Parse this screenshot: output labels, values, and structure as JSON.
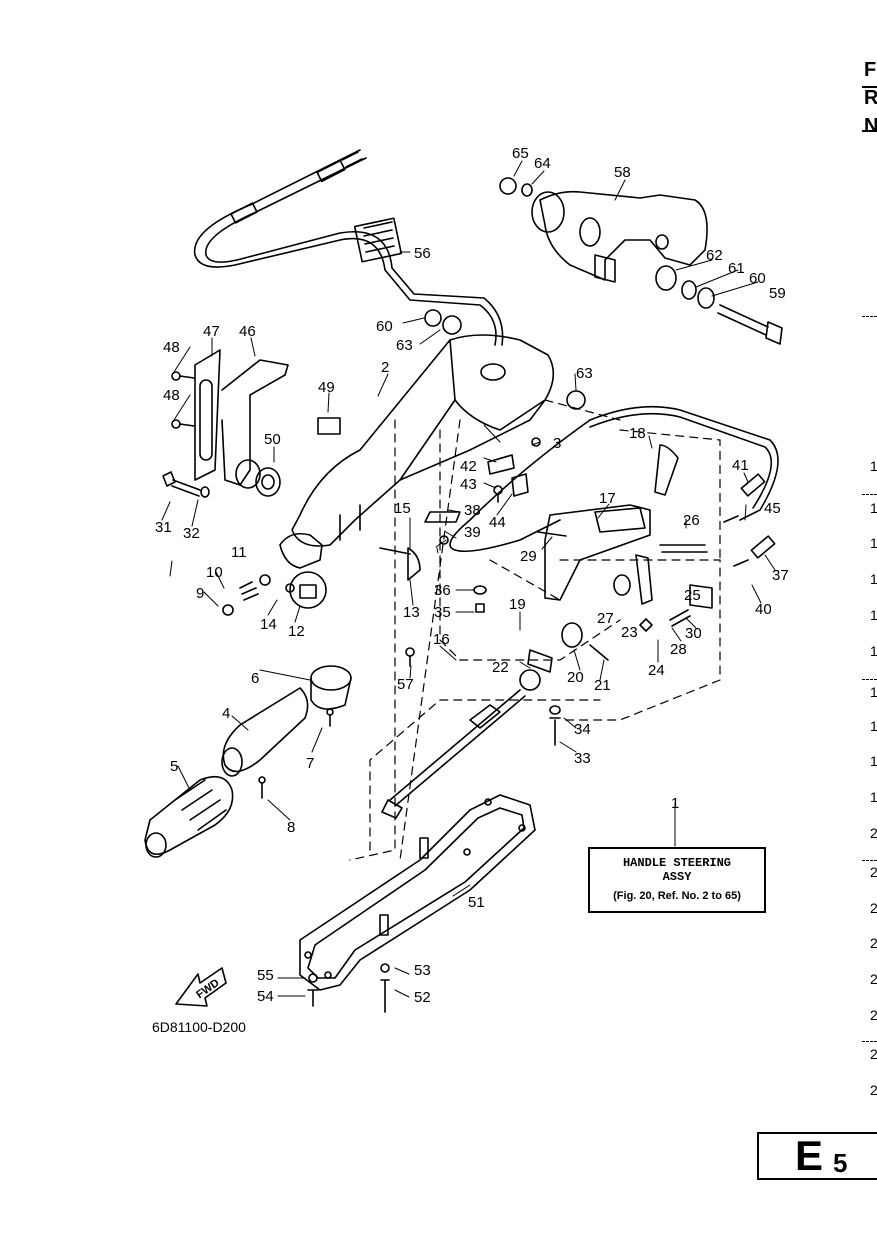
{
  "side_header": [
    "F",
    "R",
    "N"
  ],
  "side_numbers": [
    "1",
    "1",
    "1",
    "1",
    "1",
    "1",
    "1",
    "1",
    "1",
    "1",
    "2",
    "2",
    "2",
    "2",
    "2",
    "2",
    "2",
    "2"
  ],
  "info_box": {
    "line1": "HANDLE STEERING",
    "line2": "ASSY",
    "line3": "(Fig. 20, Ref. No. 2 to 65)"
  },
  "drawing_code": "6D81100-D200",
  "page_code": {
    "letter": "E",
    "number": "5"
  },
  "fwd_label": "FWD",
  "part_labels": [
    "1",
    "2",
    "3",
    "4",
    "5",
    "6",
    "7",
    "8",
    "9",
    "10",
    "11",
    "12",
    "13",
    "14",
    "15",
    "16",
    "17",
    "18",
    "19",
    "20",
    "21",
    "22",
    "23",
    "24",
    "25",
    "26",
    "27",
    "28",
    "29",
    "30",
    "31",
    "32",
    "33",
    "34",
    "35",
    "36",
    "37",
    "38",
    "39",
    "40",
    "41",
    "42",
    "43",
    "44",
    "45",
    "46",
    "47",
    "48",
    "48",
    "49",
    "50",
    "51",
    "52",
    "53",
    "54",
    "55",
    "56",
    "57",
    "58",
    "59",
    "60",
    "60",
    "61",
    "62",
    "63",
    "63",
    "64",
    "65"
  ]
}
